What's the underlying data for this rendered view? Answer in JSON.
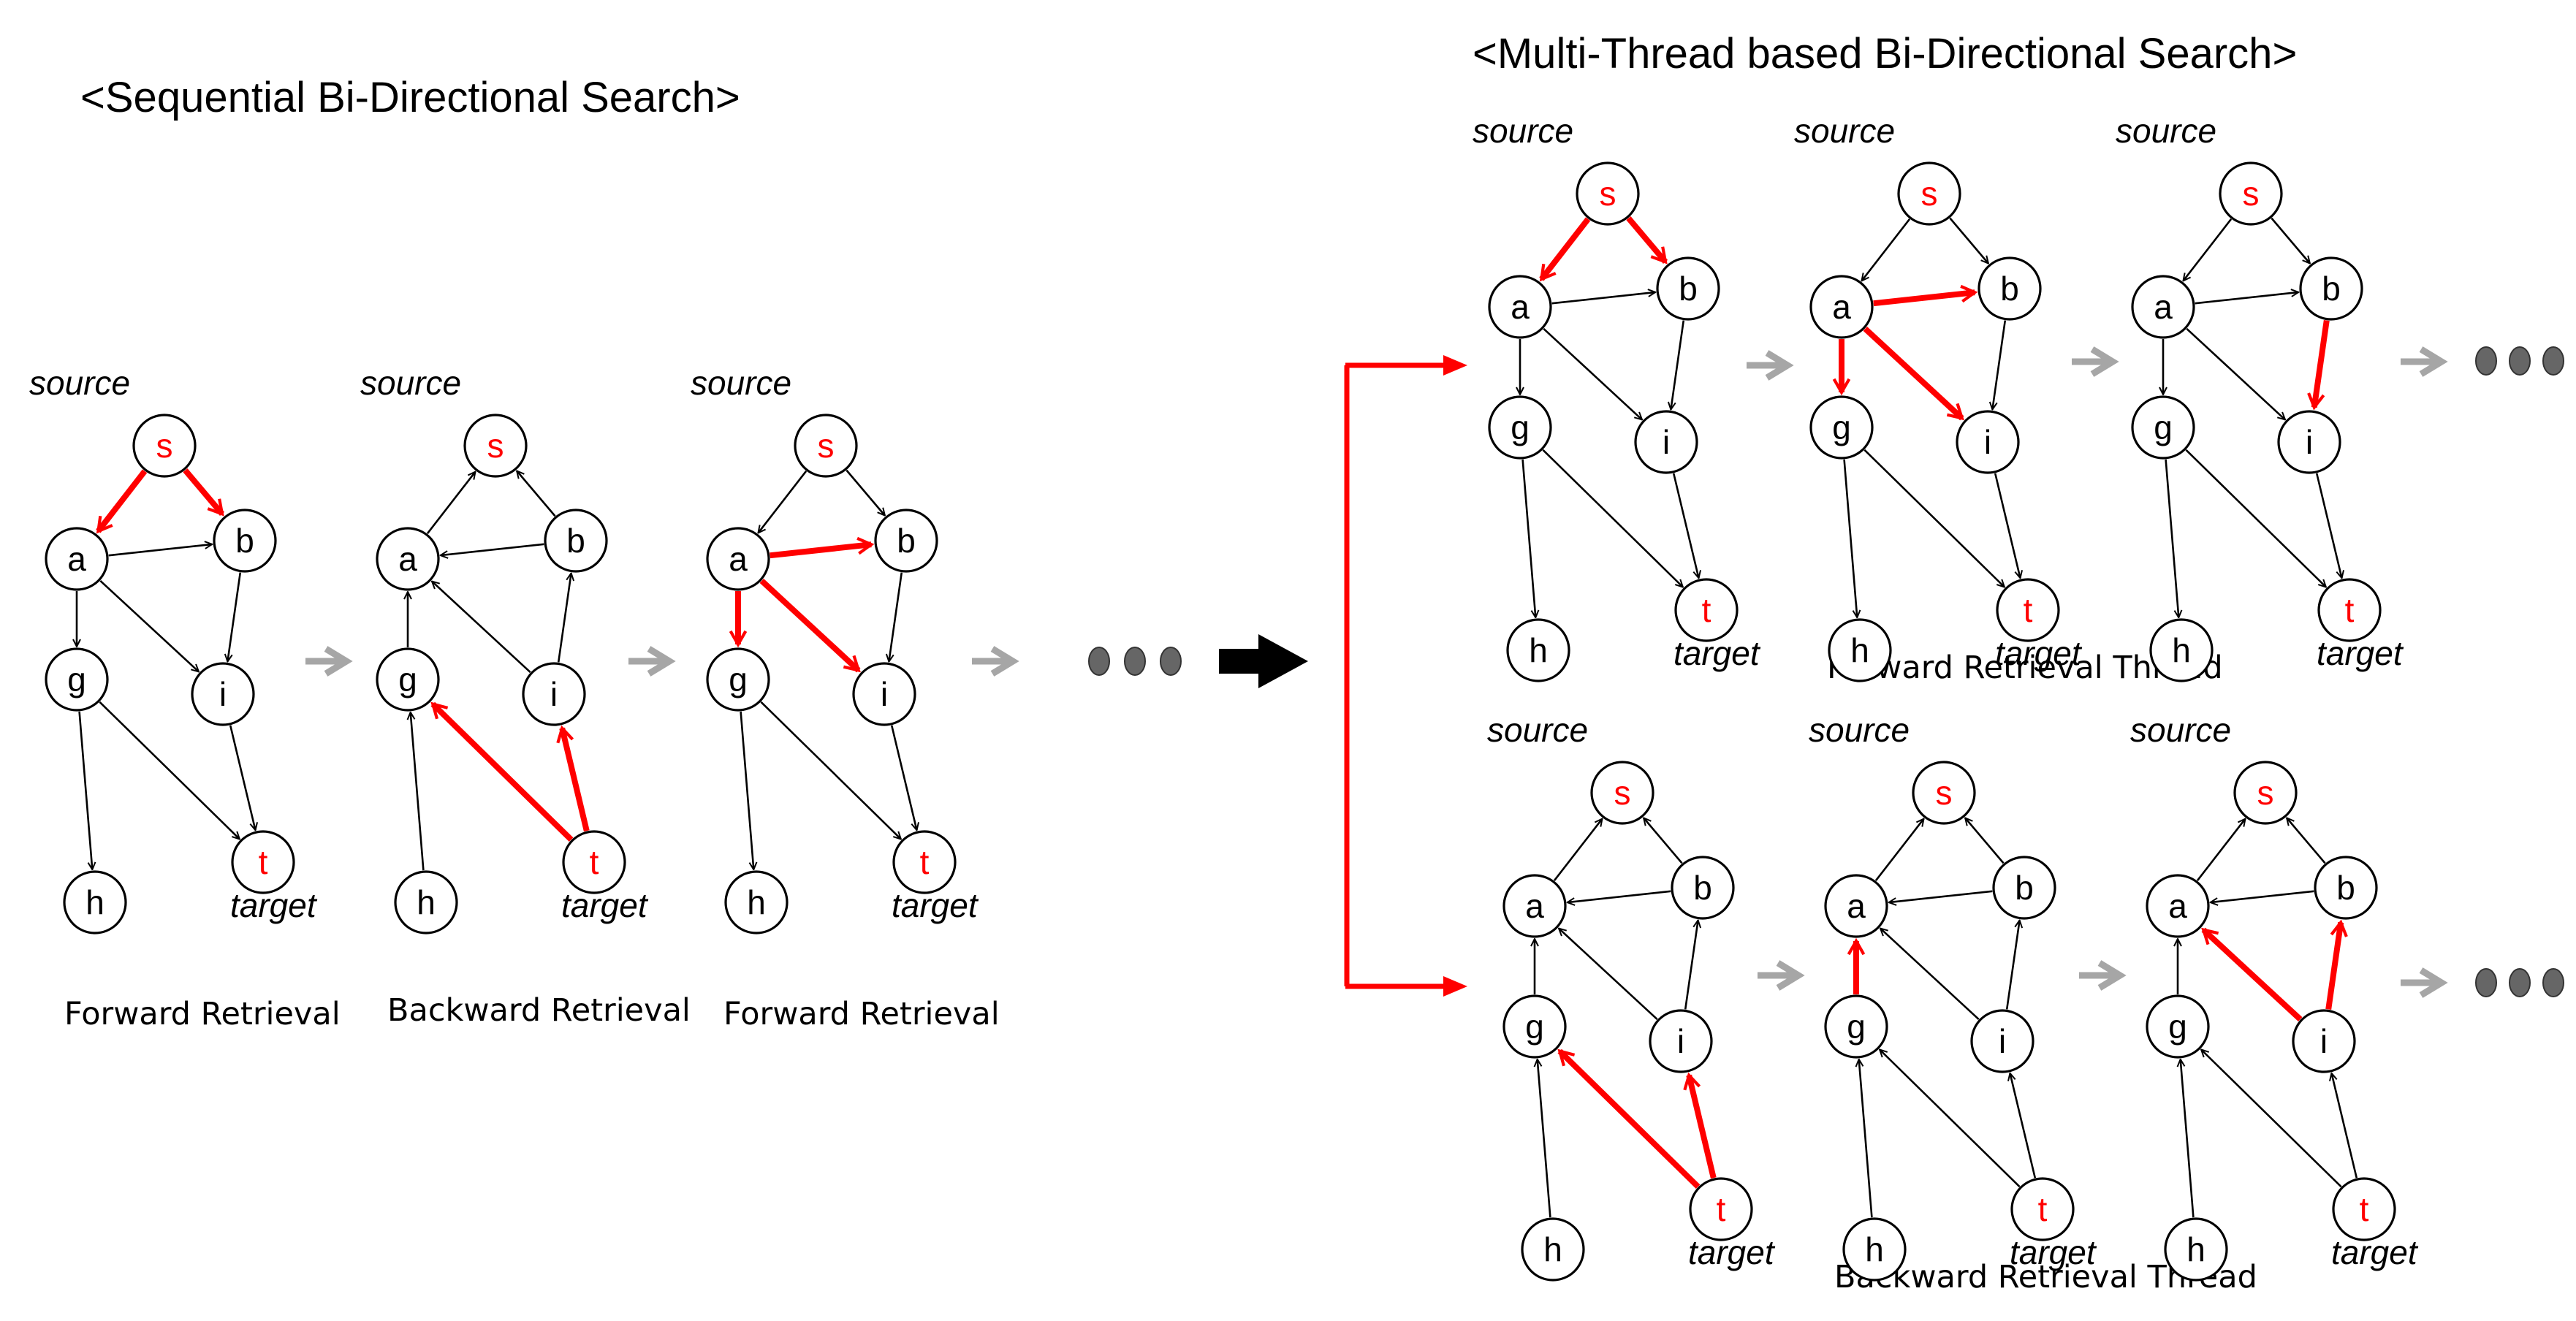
{
  "titles": {
    "sequential": "<Sequential  Bi-Directional Search>",
    "multithread": "<Multi-Thread  based Bi-Directional Search>"
  },
  "captions": {
    "forward_1": "Forward  Retrieval",
    "backward_1": "Backward Retrieval",
    "forward_2": "Forward  Retrieval",
    "forward_thread": "Forward  Retrieval  Thread",
    "backward_thread": "Backward  Retrieval  Thread"
  },
  "node_labels": {
    "s": "s",
    "a": "a",
    "b": "b",
    "g": "g",
    "i": "i",
    "t": "t",
    "h": "h"
  },
  "source_label": "source",
  "target_label": "target",
  "colors": {
    "highlight": "#ff0000",
    "normal": "#000000",
    "flow_arrow": "#a6a6a6",
    "transition_arrow": "#000000",
    "ellipsis_dot": "#666666"
  },
  "graph_edges": [
    [
      "s",
      "a"
    ],
    [
      "s",
      "b"
    ],
    [
      "a",
      "b"
    ],
    [
      "a",
      "i"
    ],
    [
      "a",
      "g"
    ],
    [
      "b",
      "i"
    ],
    [
      "g",
      "h"
    ],
    [
      "g",
      "t"
    ],
    [
      "i",
      "t"
    ]
  ],
  "backward_edges": [
    [
      "a",
      "s"
    ],
    [
      "b",
      "s"
    ],
    [
      "b",
      "a"
    ],
    [
      "i",
      "a"
    ],
    [
      "g",
      "a"
    ],
    [
      "i",
      "b"
    ],
    [
      "h",
      "g"
    ],
    [
      "t",
      "g"
    ],
    [
      "t",
      "i"
    ]
  ],
  "panels": [
    {
      "id": "seq-forward-1",
      "direction": "forward",
      "highlight": [
        [
          "s",
          "a"
        ],
        [
          "s",
          "b"
        ]
      ],
      "highlight_nodes": [
        "s",
        "t"
      ]
    },
    {
      "id": "seq-backward-1",
      "direction": "backward",
      "highlight": [
        [
          "t",
          "g"
        ],
        [
          "t",
          "i"
        ]
      ],
      "highlight_nodes": [
        "s",
        "t"
      ]
    },
    {
      "id": "seq-forward-2",
      "direction": "forward",
      "highlight": [
        [
          "a",
          "b"
        ],
        [
          "a",
          "i"
        ],
        [
          "a",
          "g"
        ]
      ],
      "highlight_nodes": [
        "s",
        "t"
      ]
    },
    {
      "id": "mt-forward-1",
      "direction": "forward",
      "highlight": [
        [
          "s",
          "a"
        ],
        [
          "s",
          "b"
        ]
      ],
      "highlight_nodes": [
        "s",
        "t"
      ]
    },
    {
      "id": "mt-forward-2",
      "direction": "forward",
      "highlight": [
        [
          "a",
          "b"
        ],
        [
          "a",
          "i"
        ],
        [
          "a",
          "g"
        ]
      ],
      "highlight_nodes": [
        "s",
        "t"
      ]
    },
    {
      "id": "mt-forward-3",
      "direction": "forward",
      "highlight": [
        [
          "b",
          "i"
        ]
      ],
      "highlight_nodes": [
        "s",
        "t"
      ]
    },
    {
      "id": "mt-backward-1",
      "direction": "backward",
      "highlight": [
        [
          "t",
          "g"
        ],
        [
          "t",
          "i"
        ]
      ],
      "highlight_nodes": [
        "s",
        "t"
      ]
    },
    {
      "id": "mt-backward-2",
      "direction": "backward",
      "highlight": [
        [
          "g",
          "a"
        ]
      ],
      "highlight_nodes": [
        "s",
        "t"
      ]
    },
    {
      "id": "mt-backward-3",
      "direction": "backward",
      "highlight": [
        [
          "i",
          "a"
        ],
        [
          "i",
          "b"
        ]
      ],
      "highlight_nodes": [
        "s",
        "t"
      ]
    }
  ]
}
